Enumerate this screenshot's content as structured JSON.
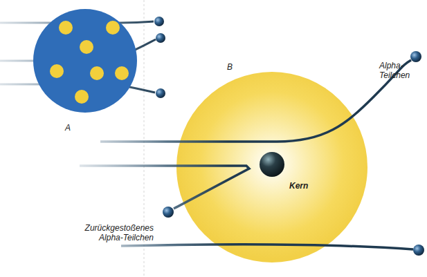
{
  "diagram": {
    "nodes": [
      {
        "text": [
          "A"
        ]
      },
      {
        "text": [
          "B"
        ]
      },
      {
        "text": [
          "Kern"
        ],
        "in": 1
      }
    ],
    "labels": [
      "Alpha-Teilchen",
      "Zurückgestoßenes Alpha-Teilchen"
    ]
  }
}
